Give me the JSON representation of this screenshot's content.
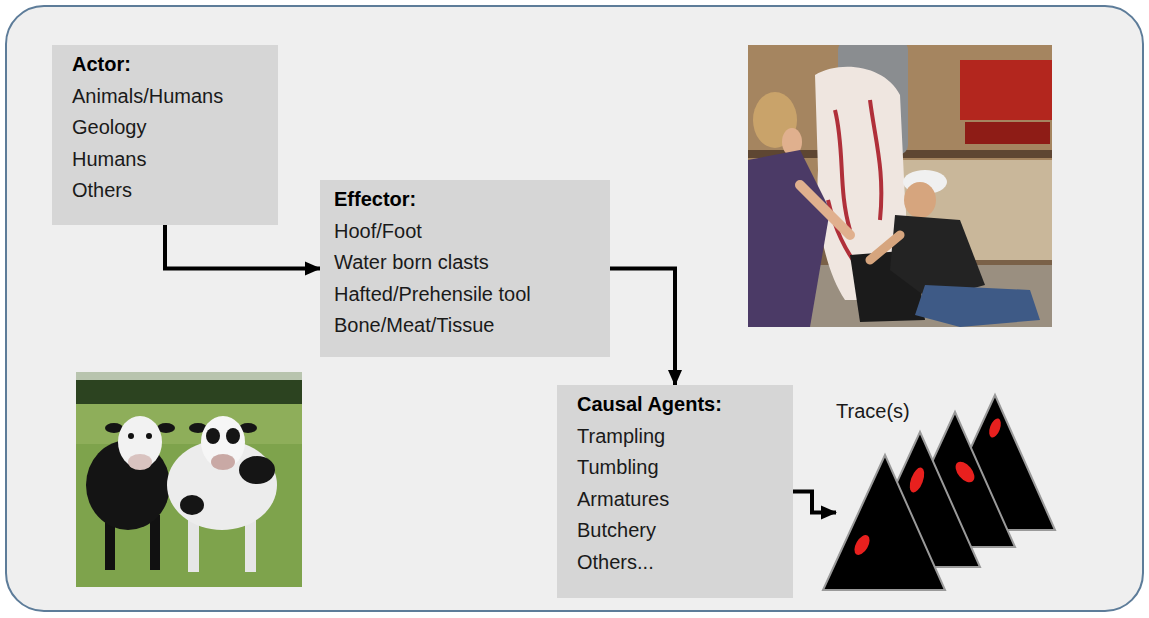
{
  "diagram": {
    "nodes": [
      {
        "text": [
          "Actor:",
          "Animals/Humans",
          "Geology",
          "Humans",
          "Others"
        ]
      },
      {
        "text": [
          "Effector:",
          "Hoof/Foot",
          "Water born clasts",
          "Hafted/Prehensile tool",
          "Bone/Meat/Tissue"
        ]
      },
      {
        "text": [
          "Causal Agents:",
          "Trampling",
          "Tumbling",
          "Armatures",
          "Butchery",
          "Others..."
        ]
      },
      {
        "text": [
          "Trace(s)"
        ]
      }
    ],
    "edges": [
      {
        "from": 0,
        "to": 1,
        "arrow": "to"
      },
      {
        "from": 1,
        "to": 2,
        "arrow": "to"
      },
      {
        "from": 2,
        "to": 3,
        "arrow": "to"
      }
    ]
  }
}
